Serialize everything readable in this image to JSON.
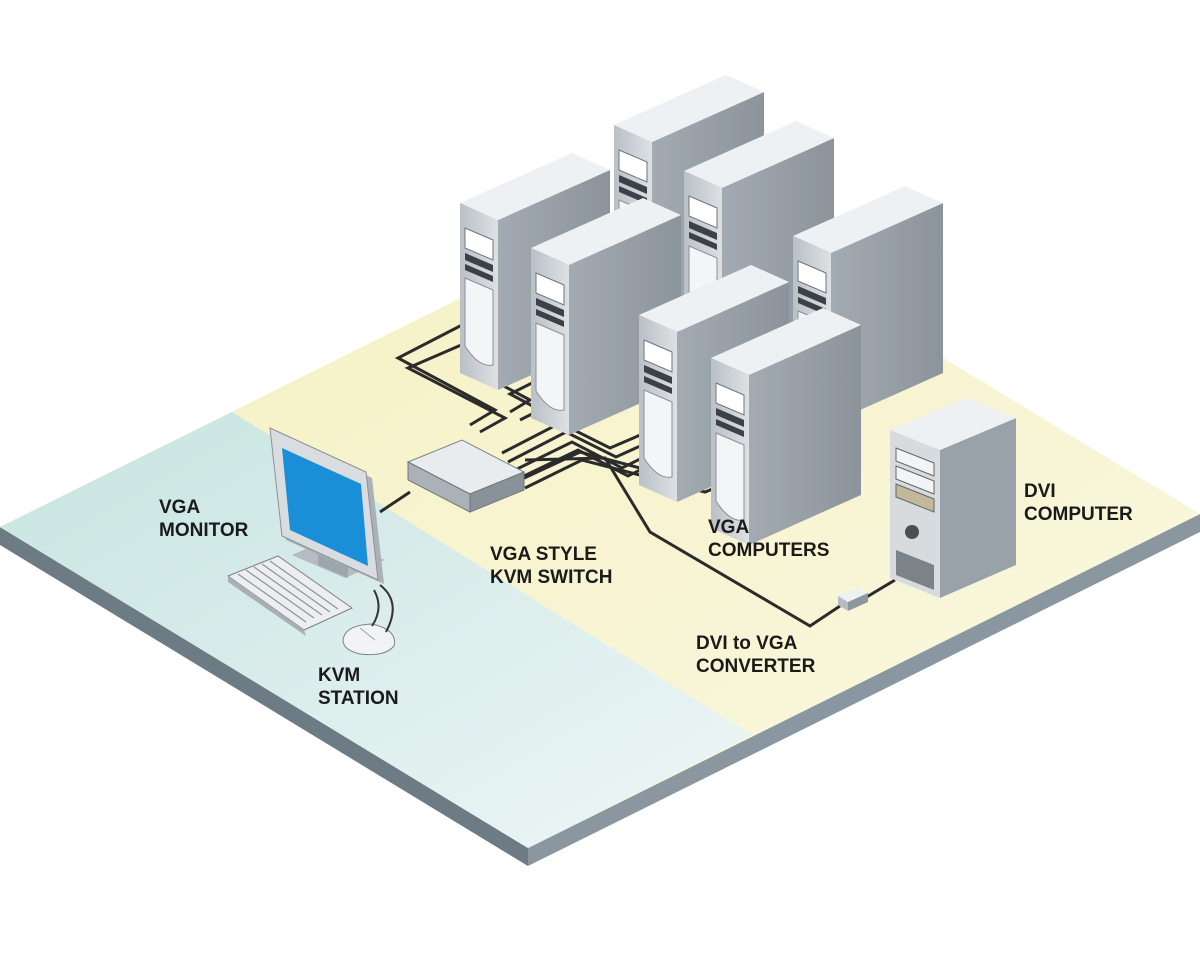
{
  "labels": {
    "vga_monitor": {
      "line1": "VGA",
      "line2": "MONITOR"
    },
    "kvm_station": {
      "line1": "KVM",
      "line2": "STATION"
    },
    "kvm_switch": {
      "line1": "VGA STYLE",
      "line2": "KVM SWITCH"
    },
    "vga_computers": {
      "line1": "VGA",
      "line2": "COMPUTERS"
    },
    "dvi_computer": {
      "line1": "DVI",
      "line2": "COMPUTER"
    },
    "converter": {
      "line1": "DVI to VGA",
      "line2": "CONVERTER"
    }
  },
  "colors": {
    "floor_yellow": "#f6f2c6",
    "floor_blue": "#d3ebe6",
    "floor_edge": "#7b8a94",
    "cable": "#2b2b2b",
    "tower_front": "#c9cfd4",
    "tower_side": "#8f979e",
    "tower_top": "#eef1f3",
    "screen": "#1a8fd8"
  }
}
